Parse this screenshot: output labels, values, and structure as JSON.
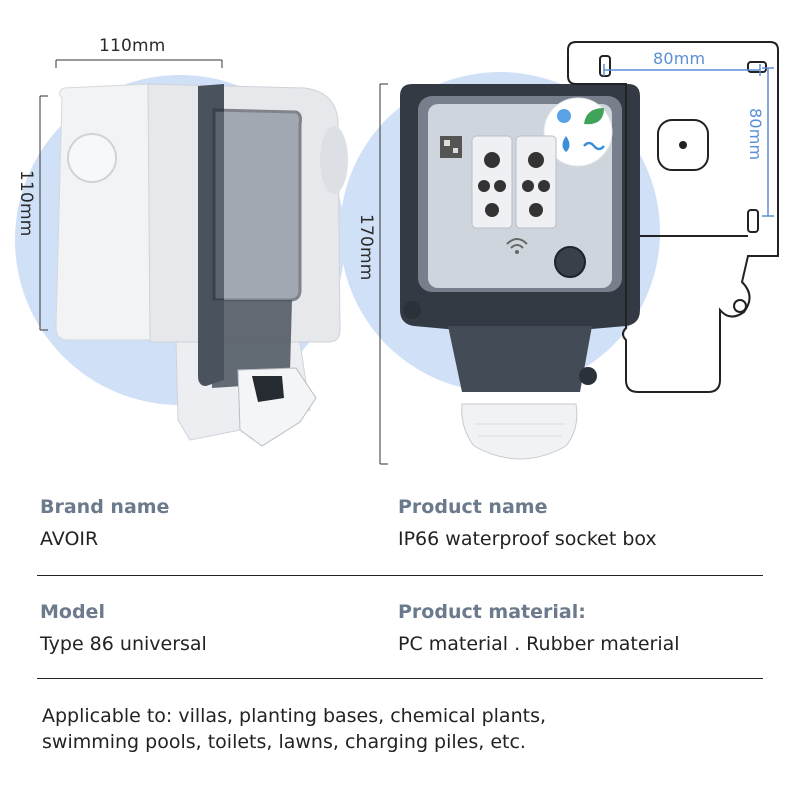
{
  "colors": {
    "circle_bg": "#cfe0f7",
    "dimension_blue": "#5a8fd8",
    "housing_grey": "#e9ebee",
    "cover_dark": "#3c4450",
    "title_grey": "#6b7a8c"
  },
  "product_image": {
    "side_width_label": "110mm",
    "side_height_label": "110mm",
    "front_height_label": "170mm",
    "plate_width_label": "80mm",
    "plate_height_label": "80mm",
    "icons": [
      "wifi-icon",
      "leaf-icon",
      "water-drop-icon",
      "wave-icon"
    ]
  },
  "specs": {
    "brand": {
      "title": "Brand name",
      "value": "AVOIR"
    },
    "product": {
      "title": "Product name",
      "value": "IP66 waterproof socket box"
    },
    "model": {
      "title": "Model",
      "value": "Type 86 universal"
    },
    "material": {
      "title": "Product material:",
      "value": "PC material . Rubber material"
    }
  },
  "applicable": {
    "line1": "Applicable to: villas, planting bases, chemical plants,",
    "line2": "swimming pools, toilets, lawns, charging piles, etc."
  }
}
